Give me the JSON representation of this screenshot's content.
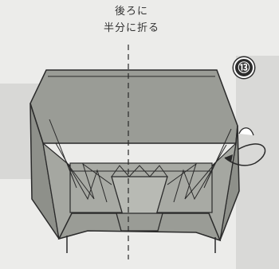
{
  "instruction": {
    "line1": "後ろに",
    "line2": "半分に折る"
  },
  "step_number": "⑬",
  "colors": {
    "paper": "#9a9c96",
    "paper_dark": "#7f817c",
    "paper_light": "#b8bab4",
    "line": "#2a2a2a",
    "background": "#ececea"
  },
  "icons": {
    "fold_arrow": "curved-arrow-icon",
    "fold_line": "dashed-valley-line"
  }
}
